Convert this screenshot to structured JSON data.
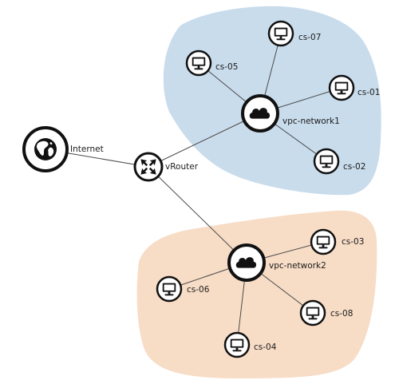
{
  "diagram": {
    "colors": {
      "network1_zone": "#c9dcec",
      "network2_zone": "#f7dcc6",
      "node_stroke": "#111111",
      "edge": "#4a4a4a",
      "icon": "#111111"
    },
    "nodes": {
      "internet": {
        "label": "Internet",
        "icon": "globe-icon"
      },
      "vrouter": {
        "label": "vRouter",
        "icon": "router-arrows-icon"
      },
      "network1": {
        "label": "vpc-network1",
        "icon": "cloud-icon"
      },
      "network2": {
        "label": "vpc-network2",
        "icon": "cloud-icon"
      },
      "cs01": {
        "label": "cs-01",
        "icon": "monitor-icon"
      },
      "cs02": {
        "label": "cs-02",
        "icon": "monitor-icon"
      },
      "cs03": {
        "label": "cs-03",
        "icon": "monitor-icon"
      },
      "cs04": {
        "label": "cs-04",
        "icon": "monitor-icon"
      },
      "cs05": {
        "label": "cs-05",
        "icon": "monitor-icon"
      },
      "cs06": {
        "label": "cs-06",
        "icon": "monitor-icon"
      },
      "cs07": {
        "label": "cs-07",
        "icon": "monitor-icon"
      },
      "cs08": {
        "label": "cs-08",
        "icon": "monitor-icon"
      }
    },
    "edges": [
      [
        "internet",
        "vrouter"
      ],
      [
        "vrouter",
        "network1"
      ],
      [
        "vrouter",
        "network2"
      ],
      [
        "network1",
        "cs07"
      ],
      [
        "network1",
        "cs05"
      ],
      [
        "network1",
        "cs01"
      ],
      [
        "network1",
        "cs02"
      ],
      [
        "network2",
        "cs03"
      ],
      [
        "network2",
        "cs06"
      ],
      [
        "network2",
        "cs08"
      ],
      [
        "network2",
        "cs04"
      ]
    ]
  }
}
